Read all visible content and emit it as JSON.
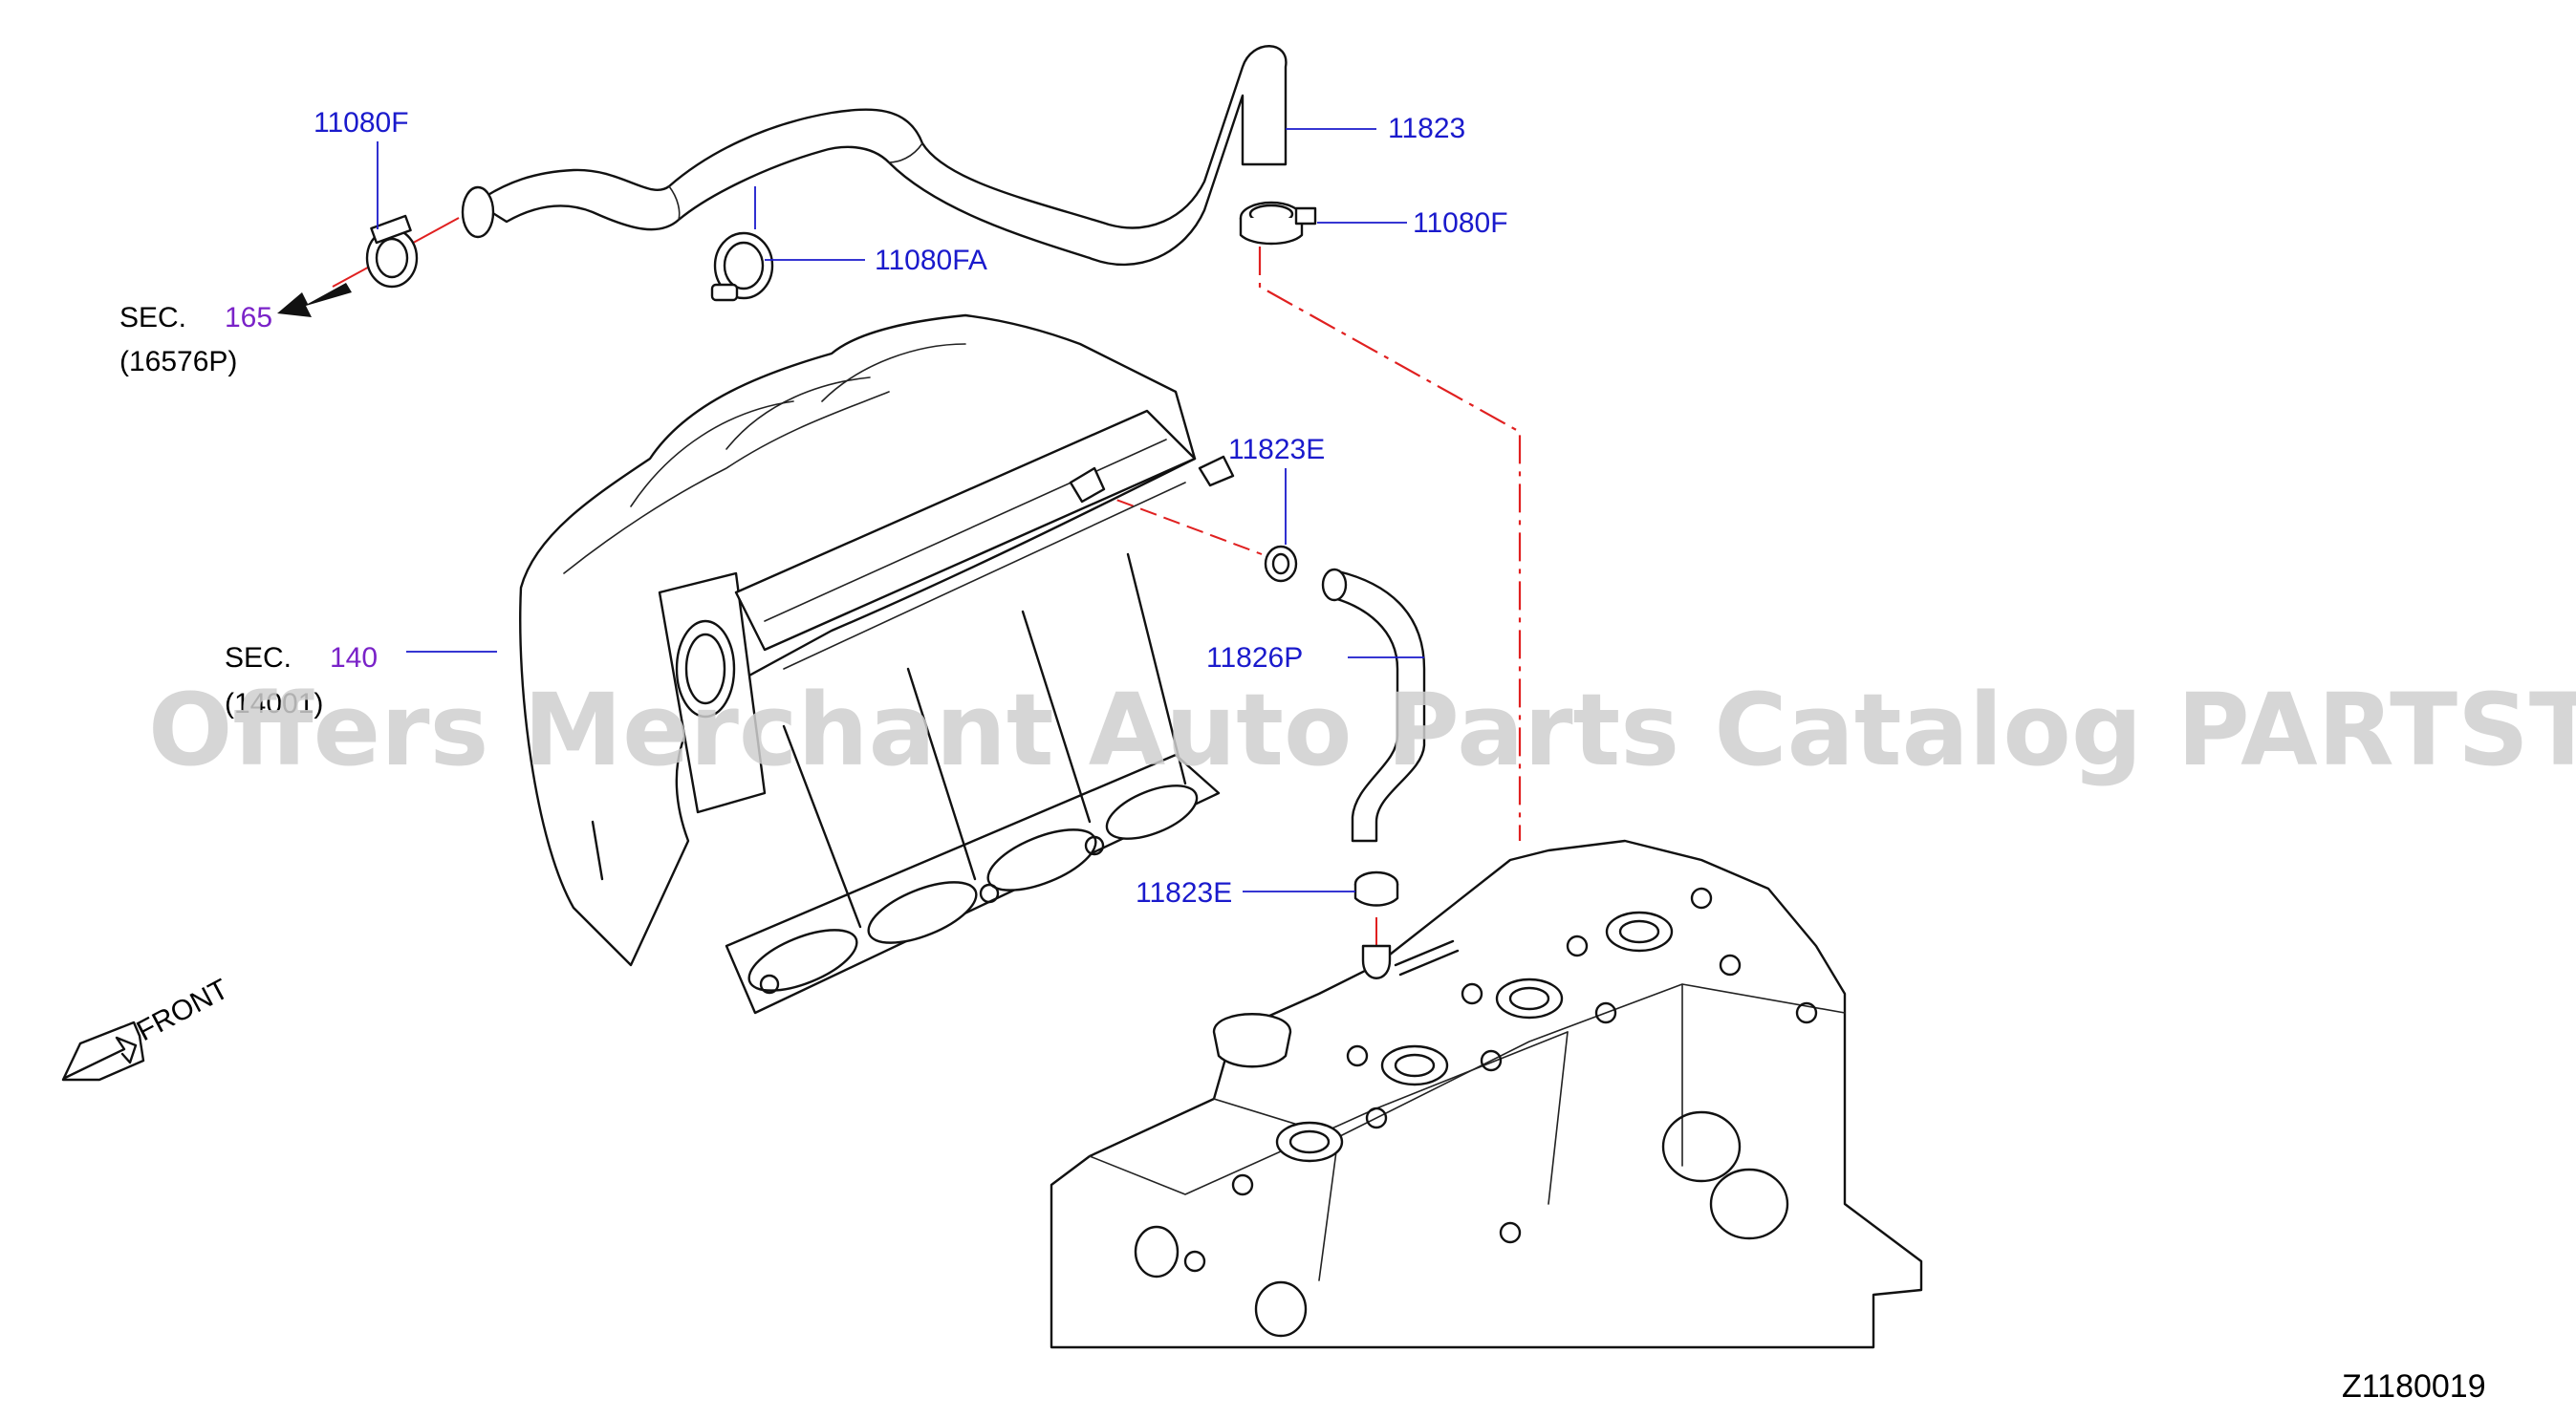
{
  "callouts": {
    "clamp_top_left": "11080F",
    "hose_main": "11823",
    "clamp_right": "11080F",
    "clamp_middle": "11080FA",
    "clamp_upper_small": "11823E",
    "hose_small": "11826P",
    "clamp_lower_small": "11823E"
  },
  "section_refs": [
    {
      "prefix": "SEC.",
      "number": "165",
      "sub": "(16576P)"
    },
    {
      "prefix": "SEC.",
      "number": "140",
      "sub": "(14001)"
    }
  ],
  "front_label": "FRONT",
  "diagram_code": "Z1180019",
  "watermark": "Offers Merchant Auto Parts Catalog PARTSTORE.SA",
  "colors": {
    "part_number": "#1a1acc",
    "section_number": "#7a22c8",
    "connector": "#e02020"
  }
}
